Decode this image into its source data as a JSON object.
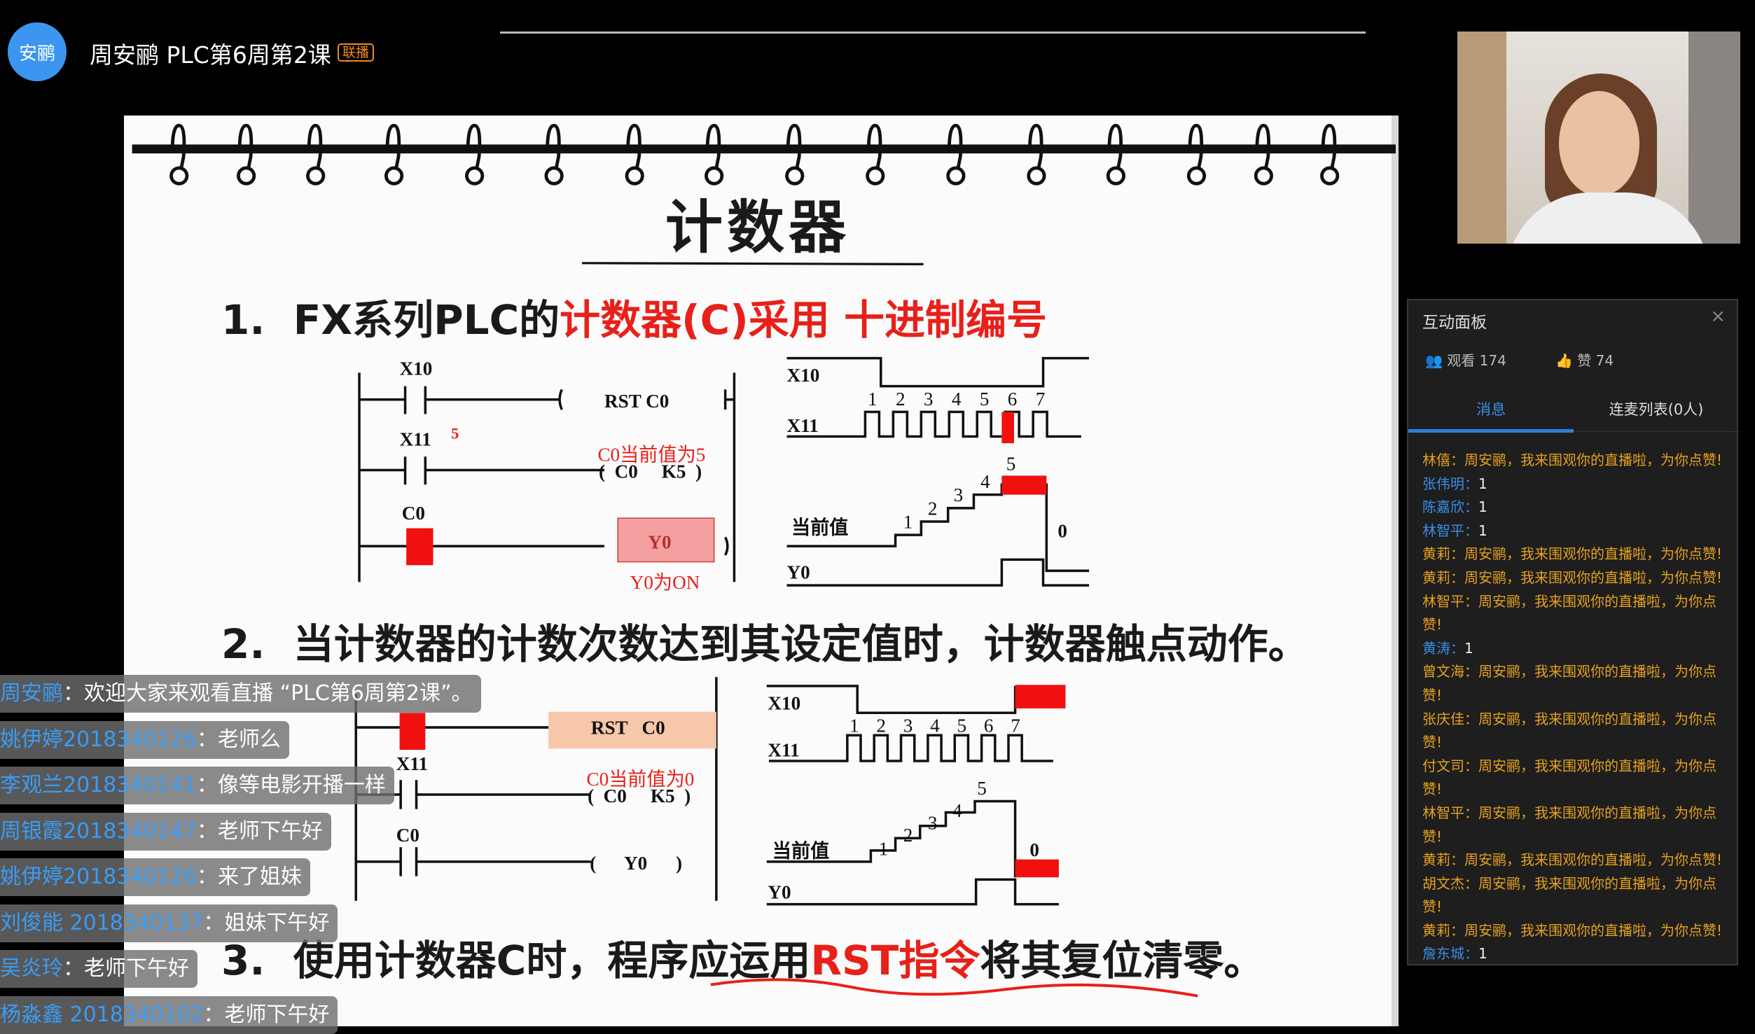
{
  "header": {
    "avatar_text": "安鹂",
    "title": "周安鹂 PLC第6周第2课",
    "badge": "联播"
  },
  "slide": {
    "title": "计数器",
    "point1": {
      "num": "1.",
      "a": "FX系列PLC的",
      "b": "计数器(C)采用",
      "c": " 十进制编号"
    },
    "point2": "2.  当计数器的计数次数达到其设定值时，计数器触点动作。",
    "point3": {
      "a": "3.  使用计数器C时，程序应运用",
      "b": "RST指令",
      "c": "将其复位清零。"
    },
    "diagram1": {
      "x10": "X10",
      "x11": "X11",
      "c0": "C0",
      "rst": "RST   C0",
      "coil": "(  C0     K5  )",
      "y0": "Y0",
      "count_note": "5",
      "current_note": "C0当前值为5",
      "y0_note": "Y0为ON",
      "t_x10": "X10",
      "t_x11": "X11",
      "t_cur": "当前值",
      "t_y0": "Y0",
      "pulses": [
        "1",
        "2",
        "3",
        "4",
        "5",
        "6",
        "7"
      ],
      "steps": [
        "1",
        "2",
        "3",
        "4",
        "5"
      ],
      "zero": "0"
    },
    "diagram2": {
      "x11": "X11",
      "c0": "C0",
      "rst": "RST   C0",
      "coil": "(  C0     K5  )",
      "y0": "(      Y0      )",
      "current_note": "C0当前值为0",
      "t_x10": "X10",
      "t_x11": "X11",
      "t_cur": "当前值",
      "t_y0": "Y0",
      "pulses": [
        "1",
        "2",
        "3",
        "4",
        "5",
        "6",
        "7"
      ],
      "steps": [
        "1",
        "2",
        "3",
        "4",
        "5"
      ],
      "zero": "0"
    }
  },
  "chat_overlay": [
    {
      "name": "周安鹂",
      "text": "：欢迎大家来观看直播 “PLC第6周第2课”。"
    },
    {
      "name": "姚伊婷2018340126",
      "text": "：老师么"
    },
    {
      "name": "李观兰2018340141",
      "text": "：像等电影开播一样"
    },
    {
      "name": "周银霞2018340147",
      "text": "：老师下午好"
    },
    {
      "name": "姚伊婷2018340126",
      "text": "：来了姐妹"
    },
    {
      "name": "刘俊能 2018340137",
      "text": "：姐妹下午好"
    },
    {
      "name": "吴炎玲",
      "text": "：老师下午好"
    },
    {
      "name": "杨淼鑫 2018340102",
      "text": "：老师下午好"
    }
  ],
  "panel": {
    "title": "互动面板",
    "close": "×",
    "viewers_label": "观看 174",
    "likes_label": "赞 74",
    "tabs": [
      "消息",
      "连麦列表(0人)"
    ],
    "messages": [
      {
        "name": "林僖：",
        "text": "周安鹂，我来围观你的直播啦，为你点赞!",
        "type": "like"
      },
      {
        "name": "张伟明：",
        "text": "1",
        "type": "chat"
      },
      {
        "name": "陈嘉欣：",
        "text": "1",
        "type": "chat"
      },
      {
        "name": "林智平：",
        "text": "1",
        "type": "chat"
      },
      {
        "name": "黄莉：",
        "text": "周安鹂，我来围观你的直播啦，为你点赞!",
        "type": "like"
      },
      {
        "name": "黄莉：",
        "text": "周安鹂，我来围观你的直播啦，为你点赞!",
        "type": "like"
      },
      {
        "name": "林智平：",
        "text": "周安鹂，我来围观你的直播啦，为你点赞!",
        "type": "like"
      },
      {
        "name": "黄涛：",
        "text": "1",
        "type": "chat"
      },
      {
        "name": "曾文海：",
        "text": "周安鹂，我来围观你的直播啦，为你点赞!",
        "type": "like"
      },
      {
        "name": "张庆佳：",
        "text": "周安鹂，我来围观你的直播啦，为你点赞!",
        "type": "like"
      },
      {
        "name": "付文司：",
        "text": "周安鹂，我来围观你的直播啦，为你点赞!",
        "type": "like"
      },
      {
        "name": "林智平：",
        "text": "周安鹂，我来围观你的直播啦，为你点赞!",
        "type": "like"
      },
      {
        "name": "黄莉：",
        "text": "周安鹂，我来围观你的直播啦，为你点赞!",
        "type": "like"
      },
      {
        "name": "胡文杰：",
        "text": "周安鹂，我来围观你的直播啦，为你点赞!",
        "type": "like"
      },
      {
        "name": "黄莉：",
        "text": "周安鹂，我来围观你的直播啦，为你点赞!",
        "type": "like"
      },
      {
        "name": "詹东城：",
        "text": "1",
        "type": "chat"
      }
    ]
  },
  "colors": {
    "accent": "#3c96f0",
    "badge": "#f08a24",
    "slide_red": "#e8201a",
    "gift": "#e6a11e"
  }
}
